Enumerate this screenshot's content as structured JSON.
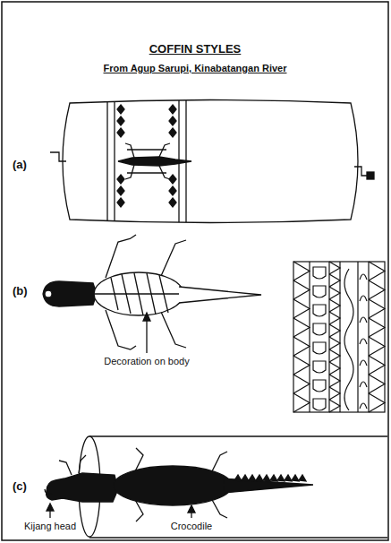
{
  "diagram": {
    "title": "COFFIN STYLES",
    "labels": [
      "From Agup Sarupi, Kinabatangan River",
      "(a)",
      "(b)",
      "(c)",
      "Decoration on body",
      "Kijang head",
      "Crocodile"
    ]
  }
}
